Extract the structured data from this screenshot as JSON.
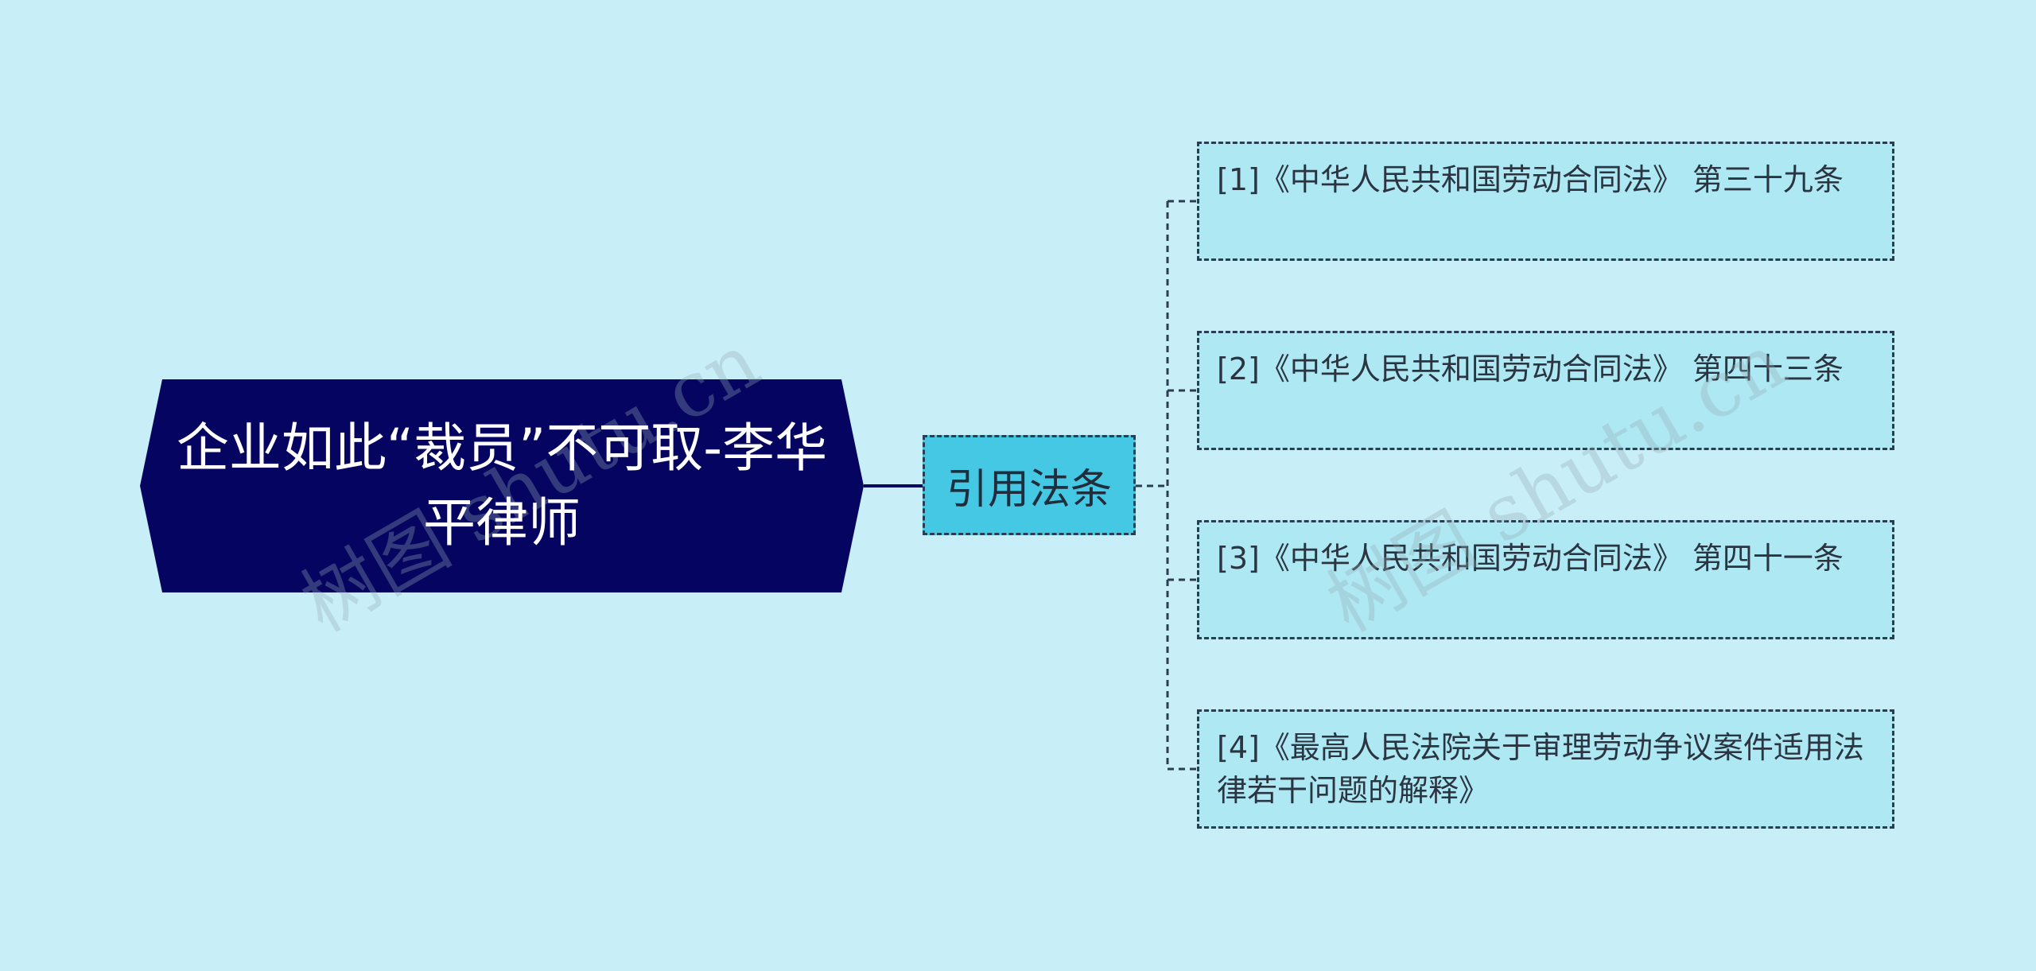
{
  "root": {
    "text": "企业如此“裁员”不可取-李华平律师"
  },
  "middle": {
    "text": "引用法条"
  },
  "leaves": [
    {
      "text": "[1]《中华人民共和国劳动合同法》 第三十九条"
    },
    {
      "text": "[2]《中华人民共和国劳动合同法》 第四十三条"
    },
    {
      "text": "[3]《中华人民共和国劳动合同法》 第四十一条"
    },
    {
      "text": "[4]《最高人民法院关于审理劳动争议案件适用法律若干问题的解释》"
    }
  ],
  "watermark": "树图 shutu.cn",
  "colors": {
    "background": "#c8eff7",
    "root_fill": "#050561",
    "middle_fill": "#44c8e3",
    "leaf_fill": "#aee8f3",
    "connector": "#2b3d52"
  }
}
